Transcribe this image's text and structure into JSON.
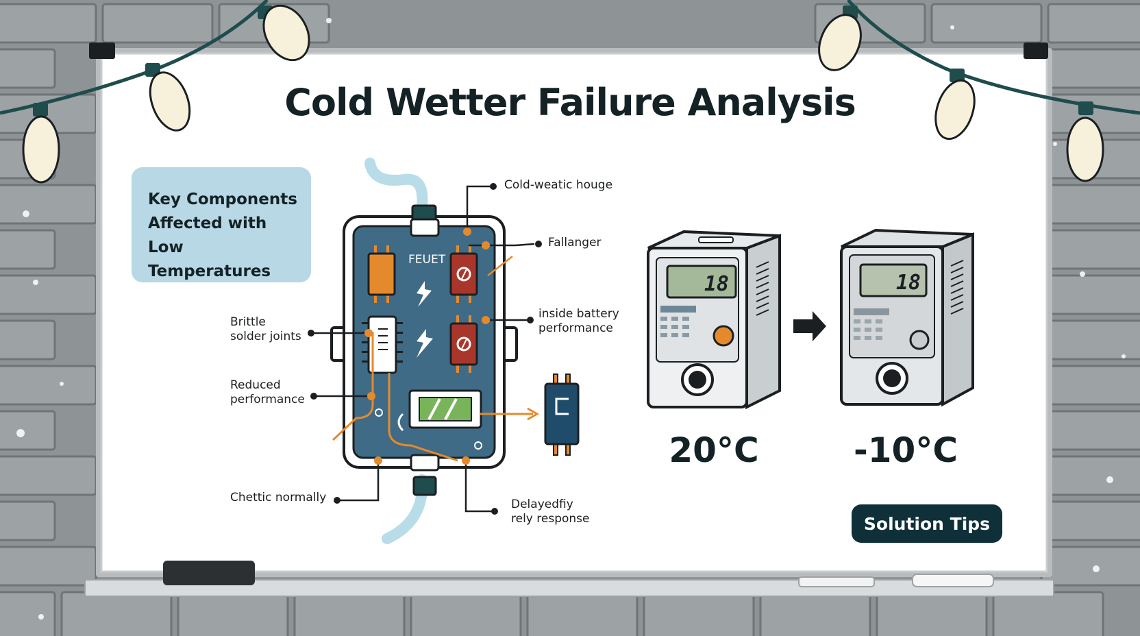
{
  "title": "Cold Wetter Failure Analysis",
  "key_box": "Key Components\nAffected with\nLow Temperatures",
  "board_marking": "FEUET",
  "callouts": {
    "housing": "Cold-weatic houge",
    "fallanger": "Fallanger",
    "battery": "inside battery\nperformance",
    "solder": "Brittle\nsolder joints",
    "reduced": "Reduced\nperformance",
    "chettic": "Chettic normally",
    "relay": "Delayedfiy\nrely response"
  },
  "meters": {
    "before_reading": "18",
    "after_reading": "18",
    "before_temp": "20°C",
    "after_temp": "-10°C"
  },
  "solution_button": "Solution Tips",
  "colors": {
    "wall": "#8e9396",
    "board": "#ffffff",
    "pcb": "#3f6b86",
    "accent_orange": "#e58a2c",
    "relay_red": "#a8362b",
    "dark_teal": "#0f3038",
    "key_box": "#b7d8e4"
  }
}
